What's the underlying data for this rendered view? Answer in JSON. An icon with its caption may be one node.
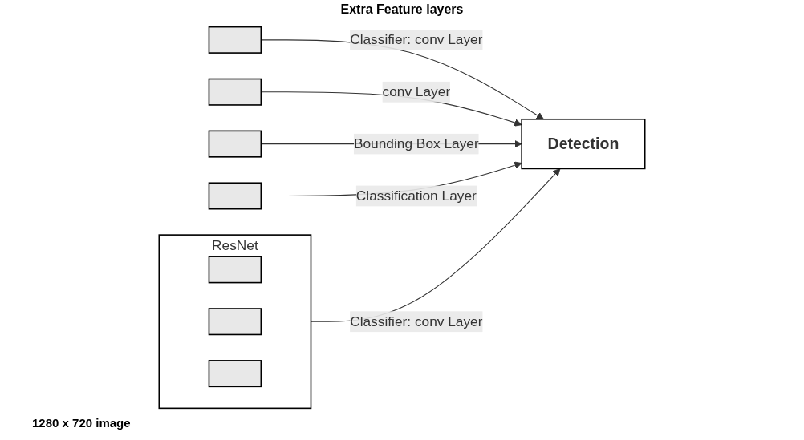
{
  "diagram": {
    "nodes": [
      {
        "text": [
          "ResNet"
        ],
        "beside": [
          "1280 x 720 image"
        ]
      },
      {
        "text": [],
        "shape": "box",
        "in": 0
      },
      {
        "text": [],
        "shape": "box",
        "in": 0
      },
      {
        "text": [],
        "shape": "box",
        "in": 0
      },
      {
        "text": [],
        "shape": "box"
      },
      {
        "text": [],
        "shape": "box"
      },
      {
        "text": [],
        "shape": "box"
      },
      {
        "text": [],
        "shape": "box"
      },
      {
        "text": [
          "Detection"
        ]
      }
    ],
    "edges": [
      {
        "from": 0,
        "to": 8,
        "arrow": "to",
        "label": "Classifier: conv Layer"
      },
      {
        "from": 4,
        "to": 8,
        "arrow": "to",
        "label": "Classifier: conv Layer"
      },
      {
        "from": 5,
        "to": 8,
        "arrow": "to",
        "label": "conv Layer"
      },
      {
        "from": 6,
        "to": 8,
        "arrow": "to",
        "label": "Bounding Box Layer"
      },
      {
        "from": 7,
        "to": 8,
        "arrow": "to",
        "label": "Classification Layer"
      }
    ],
    "labels": [
      "Extra Feature layers"
    ]
  }
}
